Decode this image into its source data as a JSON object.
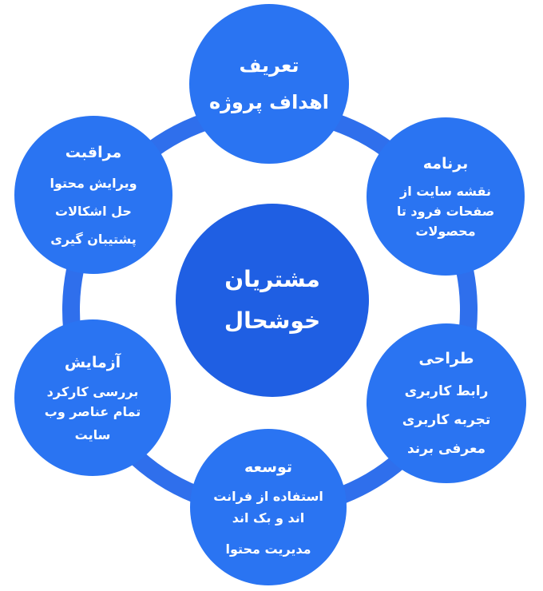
{
  "colors": {
    "ring": "#2f6fec",
    "node": "#2a74f2",
    "center": "#1f5fe3",
    "text": "#ffffff"
  },
  "center": {
    "lines": [
      "مشتریان",
      "خوشحال"
    ]
  },
  "nodes": {
    "top": {
      "title": "تعریف",
      "items": [
        "اهداف پروژه"
      ]
    },
    "right_top": {
      "title": "برنامه",
      "items": [
        "نقشه سایت از",
        "صفحات فرود تا",
        "محصولات"
      ]
    },
    "right_bottom": {
      "title": "طراحی",
      "items": [
        "رابط کاربری",
        "تجربه کاربری",
        "معرفی برند"
      ]
    },
    "bottom": {
      "title": "توسعه",
      "items": [
        "استفاده از فرانت",
        "اند و بک اند",
        "مدیریت محتوا"
      ]
    },
    "left_bottom": {
      "title": "آزمایش",
      "items": [
        "بررسی کارکرد",
        "تمام عناصر وب",
        "سایت"
      ]
    },
    "left_top": {
      "title": "مراقبت",
      "items": [
        "ویرایش محتوا",
        "حل اشکالات",
        "پشتیبان گیری"
      ]
    }
  }
}
